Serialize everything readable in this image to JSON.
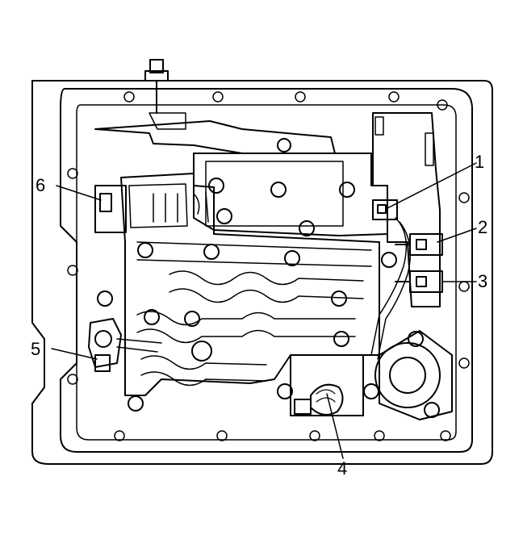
{
  "callouts": [
    {
      "id": "1",
      "label": "1"
    },
    {
      "id": "2",
      "label": "2"
    },
    {
      "id": "3",
      "label": "3"
    },
    {
      "id": "4",
      "label": "4"
    },
    {
      "id": "5",
      "label": "5"
    },
    {
      "id": "6",
      "label": "6"
    }
  ],
  "colors": {
    "line": "#000000",
    "paper": "#ffffff"
  }
}
